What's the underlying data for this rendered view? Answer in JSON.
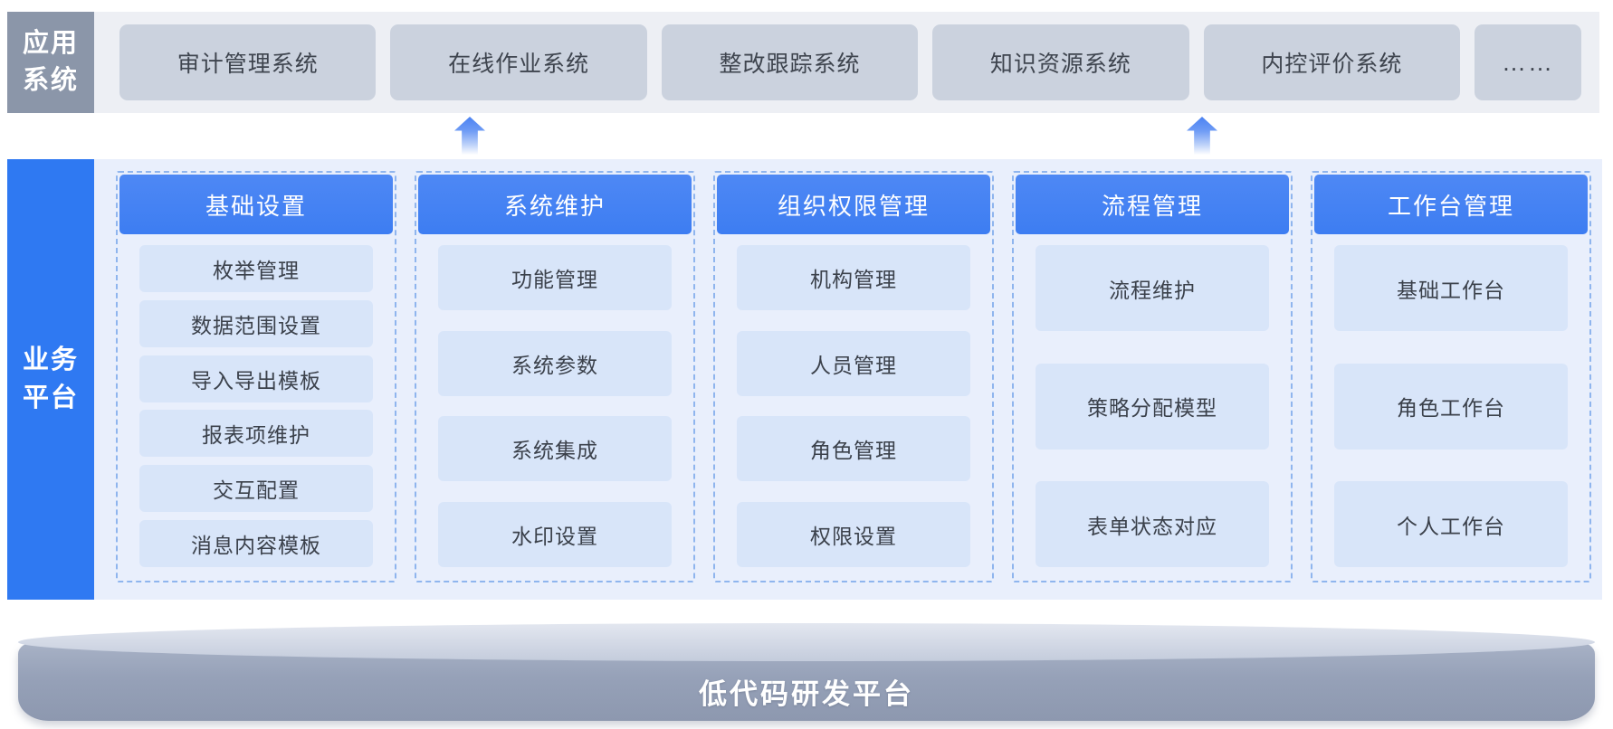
{
  "app_systems": {
    "label_lines": [
      "应用",
      "系统"
    ],
    "items": [
      "审计管理系统",
      "在线作业系统",
      "整改跟踪系统",
      "知识资源系统",
      "内控评价系统",
      "……"
    ]
  },
  "business_platform": {
    "label_lines": [
      "业务",
      "平台"
    ],
    "columns": [
      {
        "title": "基础设置",
        "items": [
          "枚举管理",
          "数据范围设置",
          "导入导出模板",
          "报表项维护",
          "交互配置",
          "消息内容模板"
        ]
      },
      {
        "title": "系统维护",
        "items": [
          "功能管理",
          "系统参数",
          "系统集成",
          "水印设置"
        ]
      },
      {
        "title": "组织权限管理",
        "items": [
          "机构管理",
          "人员管理",
          "角色管理",
          "权限设置"
        ]
      },
      {
        "title": "流程管理",
        "items": [
          "流程维护",
          "策略分配模型",
          "表单状态对应"
        ]
      },
      {
        "title": "工作台管理",
        "items": [
          "基础工作台",
          "角色工作台",
          "个人工作台"
        ]
      }
    ]
  },
  "foundation": {
    "label": "低代码研发平台"
  },
  "colors": {
    "app_label_bg": "#8b96a9",
    "app_strip_bg": "#edeff4",
    "app_box_bg": "#cbd2de",
    "platform_label_bg": "#2f79f2",
    "platform_main_bg": "#e9effc",
    "column_header_bg": "#3f7ef2",
    "column_item_bg": "#d8e5f9",
    "dashed_border": "#8fb5ee",
    "arrow_blue": "#4b82f2",
    "disk_top": "#c9d1de",
    "disk_side": "#96a1b8",
    "text_dark": "#3e444e",
    "text_white": "#ffffff"
  }
}
